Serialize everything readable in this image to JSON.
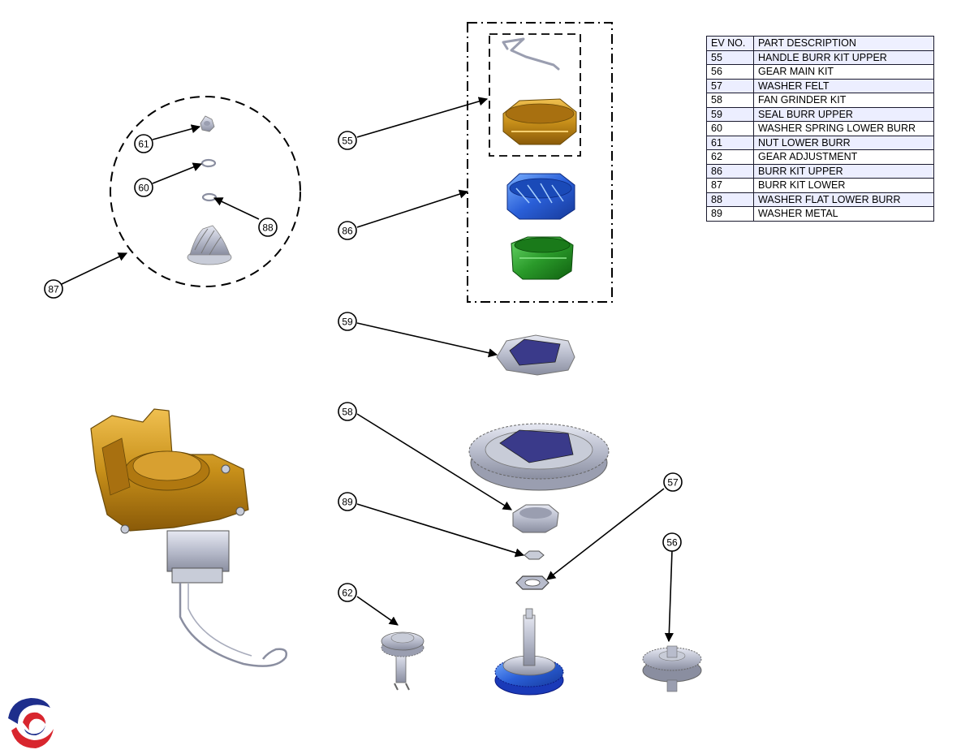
{
  "table": {
    "headers": [
      "EV NO.",
      "PART DESCRIPTION"
    ],
    "rows": [
      [
        "55",
        "HANDLE BURR KIT UPPER"
      ],
      [
        "56",
        "GEAR MAIN KIT"
      ],
      [
        "57",
        "WASHER FELT"
      ],
      [
        "58",
        "FAN GRINDER KIT"
      ],
      [
        "59",
        "SEAL BURR UPPER"
      ],
      [
        "60",
        "WASHER SPRING LOWER BURR"
      ],
      [
        "61",
        "NUT LOWER BURR"
      ],
      [
        "62",
        "GEAR ADJUSTMENT"
      ],
      [
        "86",
        "BURR KIT UPPER"
      ],
      [
        "87",
        "BURR KIT LOWER"
      ],
      [
        "88",
        "WASHER FLAT LOWER BURR"
      ],
      [
        "89",
        "WASHER METAL"
      ]
    ]
  },
  "callouts": {
    "c55": "55",
    "c56": "56",
    "c57": "57",
    "c58": "58",
    "c59": "59",
    "c60": "60",
    "c61": "61",
    "c62": "62",
    "c86": "86",
    "c87": "87",
    "c88": "88",
    "c89": "89"
  },
  "colors": {
    "gold": "#c8901a",
    "blue": "#2a5fd8",
    "green": "#2a9a2a",
    "silver": "#b8bccc",
    "logo_red": "#d8262e",
    "logo_blue": "#1e2e8c"
  }
}
